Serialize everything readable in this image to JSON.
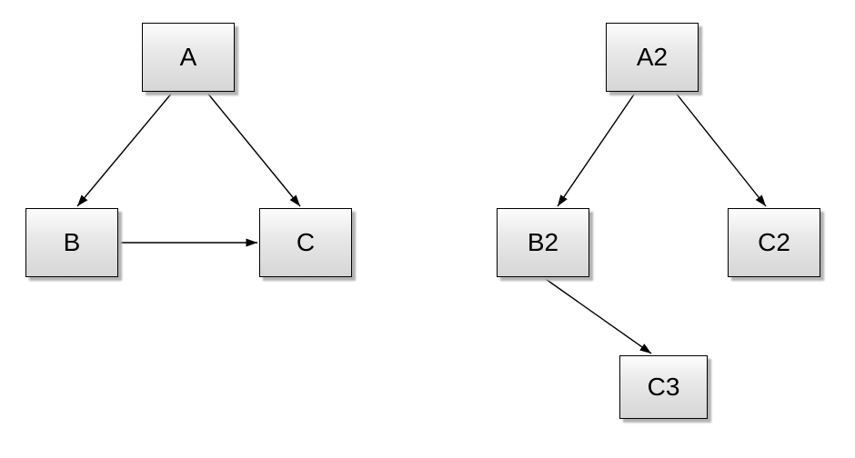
{
  "diagram": {
    "type": "directed-graph",
    "graphs": [
      {
        "id": "graph-left",
        "nodes": [
          {
            "id": "A",
            "label": "A"
          },
          {
            "id": "B",
            "label": "B"
          },
          {
            "id": "C",
            "label": "C"
          }
        ],
        "edges": [
          {
            "from": "A",
            "to": "B"
          },
          {
            "from": "A",
            "to": "C"
          },
          {
            "from": "B",
            "to": "C"
          }
        ]
      },
      {
        "id": "graph-right",
        "nodes": [
          {
            "id": "A2",
            "label": "A2"
          },
          {
            "id": "B2",
            "label": "B2"
          },
          {
            "id": "C2",
            "label": "C2"
          },
          {
            "id": "C3",
            "label": "C3"
          }
        ],
        "edges": [
          {
            "from": "A2",
            "to": "B2"
          },
          {
            "from": "A2",
            "to": "C2"
          },
          {
            "from": "B2",
            "to": "C3"
          }
        ]
      }
    ],
    "colors": {
      "background": "#ffffff",
      "node_fill_top": "#fdfdfd",
      "node_fill_bottom": "#d6d6d6",
      "node_border": "#000000",
      "node_shadow": "#b2b2b2",
      "edge": "#000000",
      "label_text": "#000000"
    }
  }
}
